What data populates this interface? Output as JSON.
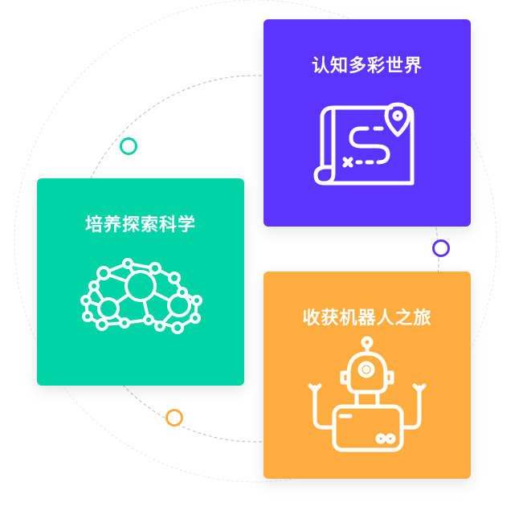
{
  "colors": {
    "purple": "#5B34FF",
    "green": "#00D3A6",
    "orange": "#FFAD3F",
    "icon_stroke": "#ffffff"
  },
  "cards": {
    "world": {
      "title": "认知多彩世界",
      "icon": "treasure-map-icon"
    },
    "science": {
      "title": "培养探索科学",
      "icon": "molecule-network-icon"
    },
    "robot": {
      "title": "收获机器人之旅",
      "icon": "robot-icon"
    }
  },
  "connectors": [
    {
      "name": "dot-green",
      "color": "green"
    },
    {
      "name": "dot-purple",
      "color": "purple"
    },
    {
      "name": "dot-orange",
      "color": "orange"
    }
  ]
}
